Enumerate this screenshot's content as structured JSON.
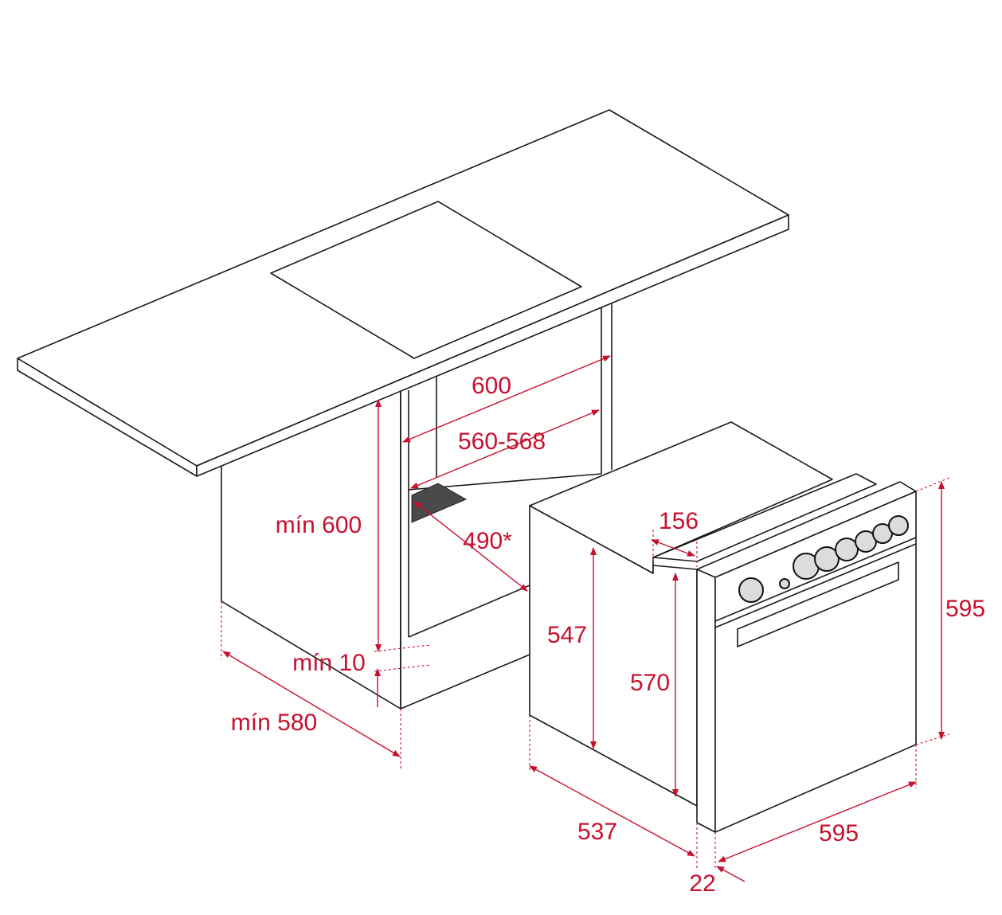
{
  "dimensions": {
    "cabinet_width": "600",
    "niche_width": "560-568",
    "niche_depth": "490*",
    "niche_height": "mín 600",
    "gap_bottom": "mín 10",
    "cabinet_depth": "mín 580",
    "panel_step": "156",
    "body_height": "547",
    "body_side_height": "570",
    "front_height": "595",
    "body_depth": "537",
    "front_width": "595",
    "front_thickness": "22"
  },
  "colors": {
    "dimension": "#c8102e",
    "line": "#1a1a1a",
    "knob": "#dcdcdc"
  }
}
